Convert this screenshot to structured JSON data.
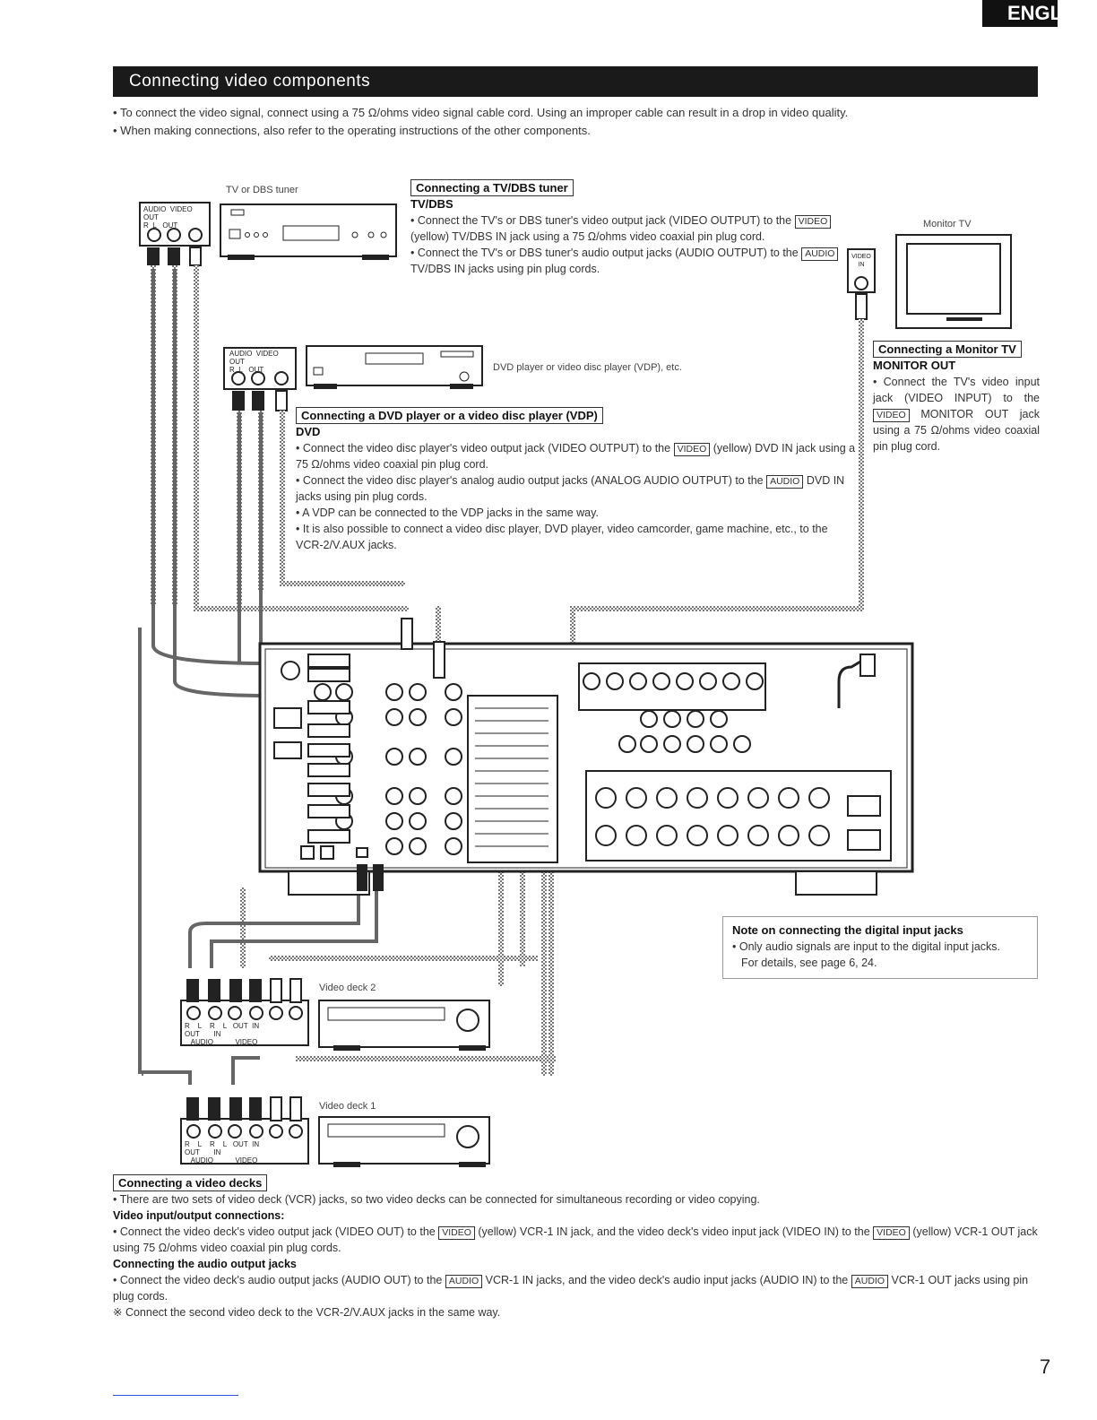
{
  "header": {
    "language_tab": "ENGL",
    "section_title": "Connecting video components"
  },
  "intro": {
    "bullet1": "To connect the video signal, connect using a 75 Ω/ohms video signal cable cord. Using an improper cable can result in a drop in video quality.",
    "bullet2": "When making connections, also refer to the operating instructions of the other components."
  },
  "devices": {
    "tv_dbs_tuner": "TV or DBS tuner",
    "monitor_tv": "Monitor TV",
    "dvd_player": "DVD player or video disc player (VDP), etc.",
    "video_deck_2": "Video deck 2",
    "video_deck_1": "Video deck 1"
  },
  "jack_labels": {
    "audio": "AUDIO",
    "video": "VIDEO",
    "out": "OUT",
    "in": "IN",
    "r": "R",
    "l": "L"
  },
  "tv_dbs": {
    "title": "Connecting a TV/DBS tuner",
    "heading": "TV/DBS",
    "b1_pre": "Connect the TV's or DBS tuner's video output jack (VIDEO OUTPUT) to the",
    "b1_tag": "VIDEO",
    "b1_post": "(yellow) TV/DBS IN jack using a 75 Ω/ohms video coaxial pin plug cord.",
    "b2_pre": "Connect the TV's or DBS tuner's audio output jacks (AUDIO OUTPUT) to the",
    "b2_tag": "AUDIO",
    "b2_post": "TV/DBS IN jacks using pin plug cords."
  },
  "monitor": {
    "title": "Connecting a Monitor TV",
    "heading": "MONITOR OUT",
    "b1_pre": "Connect the TV's video input jack (VIDEO INPUT) to the",
    "b1_tag": "VIDEO",
    "b1_post": "MONITOR OUT jack using a 75 Ω/ohms video coaxial pin plug cord."
  },
  "dvd": {
    "title": "Connecting a DVD player or a video disc player (VDP)",
    "heading": "DVD",
    "b1_pre": "Connect the video disc player's video output jack (VIDEO OUTPUT) to the",
    "b1_tag": "VIDEO",
    "b1_post": "(yellow) DVD IN jack using a 75 Ω/ohms video coaxial pin plug cord.",
    "b2_pre": "Connect the video disc player's analog audio output jacks (ANALOG AUDIO OUTPUT) to the",
    "b2_tag": "AUDIO",
    "b2_post": "DVD IN jacks using pin plug cords.",
    "b3": "A VDP can be connected to the VDP jacks in the same way.",
    "b4": "It is also possible to connect a video disc player, DVD player, video camcorder, game machine, etc., to the VCR-2/V.AUX jacks."
  },
  "note": {
    "title": "Note on connecting the digital input jacks",
    "b1": "Only audio signals are input to the digital input jacks.",
    "b2": "For details, see page 6, 24."
  },
  "video_decks": {
    "title": "Connecting a video decks",
    "b1": "There are two sets of video deck (VCR) jacks, so two video decks can be connected for simultaneous recording or video copying.",
    "h1": "Video input/output connections:",
    "b2_pre": "Connect the video deck's video output jack (VIDEO OUT) to the",
    "b2_tag1": "VIDEO",
    "b2_mid": "(yellow) VCR-1 IN jack, and the video deck's video input jack (VIDEO IN) to the",
    "b2_tag2": "VIDEO",
    "b2_post": "(yellow) VCR-1 OUT jack using 75 Ω/ohms video coaxial pin plug cords.",
    "h2": "Connecting the audio output jacks",
    "b3_pre": "Connect the video deck's audio output jacks (AUDIO OUT) to the",
    "b3_tag1": "AUDIO",
    "b3_mid": "VCR-1 IN jacks, and the video deck's audio input jacks (AUDIO IN) to the",
    "b3_tag2": "AUDIO",
    "b3_post": "VCR-1 OUT jacks using pin plug cords.",
    "note": "※ Connect the second video deck to the VCR-2/V.AUX jacks in the same way."
  },
  "page_number": "7"
}
